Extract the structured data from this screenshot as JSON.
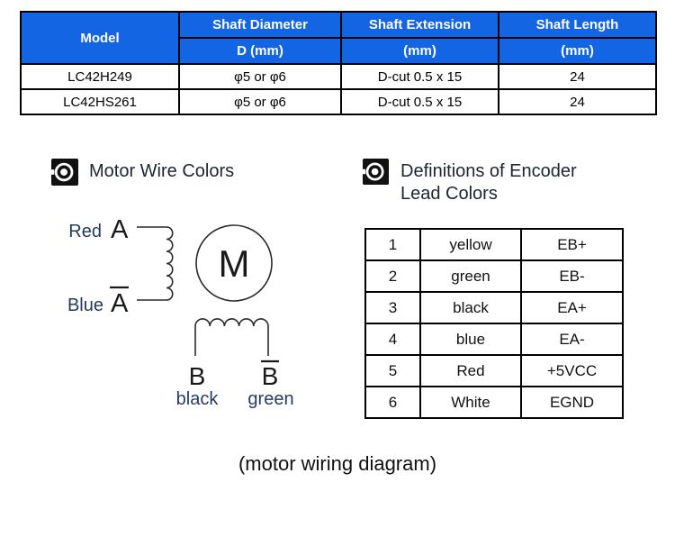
{
  "spec_table": {
    "headers": {
      "model": "Model",
      "diameter_line1": "Shaft Diameter",
      "diameter_line2": "D (mm)",
      "extension_line1": "Shaft Extension",
      "extension_line2": "(mm)",
      "length_line1": "Shaft Length",
      "length_line2": "(mm)"
    },
    "rows": [
      {
        "model": "LC42H249",
        "diameter": "φ5 or φ6",
        "extension": "D-cut 0.5 x 15",
        "length": "24"
      },
      {
        "model": "LC42HS261",
        "diameter": "φ5 or φ6",
        "extension": "D-cut 0.5 x 15",
        "length": "24"
      }
    ]
  },
  "sections": {
    "motor_wire": {
      "title": "Motor Wire Colors",
      "icon": "target-bullseye-icon"
    },
    "encoder": {
      "title_line1": "Definitions of Encoder",
      "title_line2": "Lead Colors",
      "icon": "target-bullseye-icon"
    }
  },
  "diagram": {
    "phase_a_color": "Red",
    "phase_a_terminal": "A",
    "phase_a_bar_color": "Blue",
    "phase_a_bar_terminal": "A",
    "motor_symbol": "M",
    "phase_b_terminal": "B",
    "phase_b_color": "black",
    "phase_b_bar_terminal": "B",
    "phase_b_bar_color": "green"
  },
  "encoder_table": {
    "rows": [
      {
        "pin": "1",
        "color": "yellow",
        "signal": "EB+"
      },
      {
        "pin": "2",
        "color": "green",
        "signal": "EB-"
      },
      {
        "pin": "3",
        "color": "black",
        "signal": "EA+"
      },
      {
        "pin": "4",
        "color": "blue",
        "signal": "EA-"
      },
      {
        "pin": "5",
        "color": "Red",
        "signal": "+5VCC"
      },
      {
        "pin": "6",
        "color": "White",
        "signal": "EGND"
      }
    ]
  },
  "caption": "(motor wiring diagram)",
  "colors": {
    "header_blue": "#1365e4",
    "header_text": "#ffffff",
    "border_black": "#000000",
    "wire_label_navy": "#233a66"
  }
}
